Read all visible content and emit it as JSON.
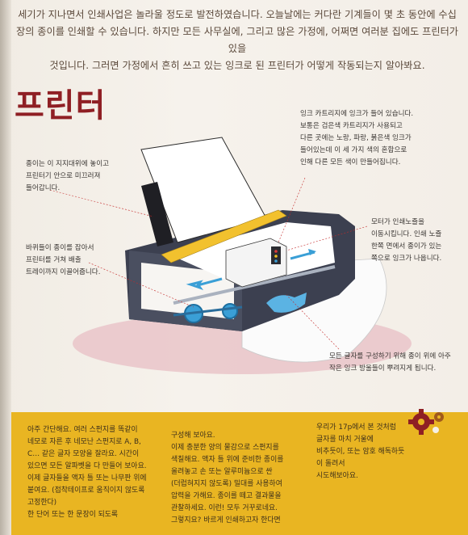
{
  "intro": {
    "lines": [
      "세기가 지나면서 인쇄사업은 놀라울 정도로 발전하였습니다. 오늘날에는 커다란 기계들이 몇 초 동안에 수십",
      "장의 종이를 인쇄할 수 있습니다. 하지만 모든 사무실에, 그리고 많은 가정에, 어쩌면 여러분 집에도 프린터가 있을",
      "것입니다. 그러면 가정에서 흔히 쓰고 있는 잉크로 된 프린터가 어떻게 작동되는지 알아봐요."
    ]
  },
  "title": "프린터",
  "notes": {
    "cartridge": [
      "잉크 카트리지에 잉크가 들어 있습니다.",
      "보통은 검은색 카트리지가 사용되고",
      "다른 곳에는 노랑, 파랑, 붉은색 잉크가",
      "들어있는데 이 세 가지 색의 혼합으로",
      "인해 다른 모든 색이 만들어집니다."
    ],
    "paper": [
      "종이는 이 지지대위에 놓이고",
      "프린터기 안으로 미끄러져",
      "들어갑니다."
    ],
    "motor": [
      "모터가 인쇄노즐을",
      "이동시킵니다. 인쇄 노즐",
      "한쪽 면에서 종이가 있는",
      "쪽으로 잉크가 나옵니다."
    ],
    "wheels": [
      "바퀴들이 종이를 잡아서",
      "프린터를 거쳐 배출",
      "트레이까지 이끌어줍니다."
    ],
    "ink": [
      "모든 글자를 구성하기 위해 종이 위에 아주",
      "작은 잉크 방울들이 뿌려지게 됩니다."
    ]
  },
  "activity": {
    "col1": [
      "아주 간단해요. 여러 스펀지를 똑같이",
      "네모로 자른 후 네모난 스펀지로 A, B,",
      "C… 같은 글자 모양을 잘라요. 시간이",
      "있으면 모든 알파벳을 다 만들어 보아요.",
      "이제 글자들을 액자 틀 또는 나무판 위에",
      "붙여요. (접착테이프로 움직이지 않도록",
      "고정한다)",
      "한 단어 또는 한 문장이 되도록"
    ],
    "col2": [
      "구성해 보아요.",
      "이제 충분한 양의 물감으로 스펀지를",
      "색칠해요. 액자 틀 위에 준비한 종이를",
      "올려놓고 손 또는 알루미늄으로 싼",
      "(더럽혀지지 않도록) 밀대를 사용하여",
      "압력을 가해요. 종이를 떼고 결과물을",
      "관찰하세요. 이런! 모두 거꾸로네요.",
      "그렇지요? 바르게 인쇄하고자 한다면"
    ],
    "col3": [
      "우리가 17p에서 본 것처럼",
      "글자를 마치 거울에",
      "비추듯이, 또는 암호 해독하듯이 돌려서",
      "시도해보아요."
    ]
  },
  "colors": {
    "title": "#8f1f24",
    "panel": "#e9b522",
    "printer_body": "#3c4050",
    "accent_blue": "#3a9fd6"
  }
}
